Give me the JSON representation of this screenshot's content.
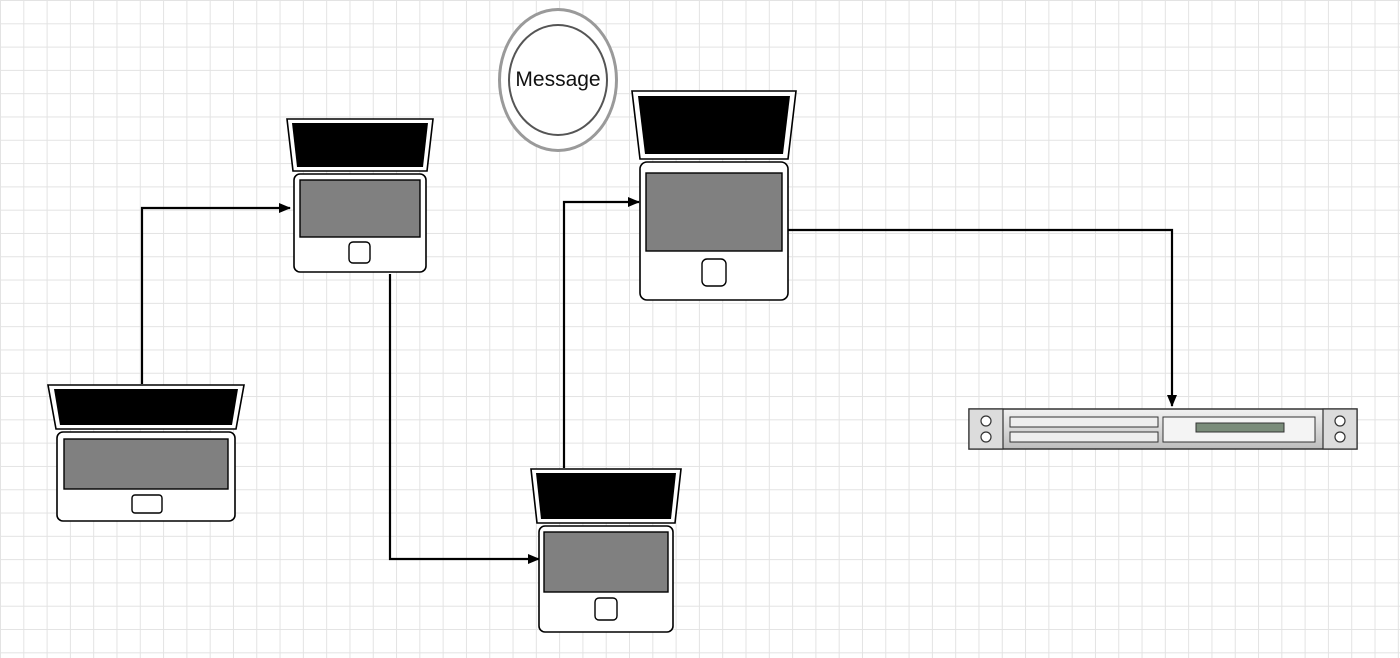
{
  "diagram": {
    "nodes": [
      {
        "id": "laptop-1",
        "kind": "laptop"
      },
      {
        "id": "laptop-2",
        "kind": "laptop"
      },
      {
        "id": "laptop-3",
        "kind": "laptop"
      },
      {
        "id": "laptop-4",
        "kind": "laptop"
      },
      {
        "id": "server",
        "kind": "rack-server"
      }
    ],
    "edges": [
      {
        "from": "laptop-1",
        "to": "laptop-2"
      },
      {
        "from": "laptop-2",
        "to": "laptop-3"
      },
      {
        "from": "laptop-3",
        "to": "laptop-4"
      },
      {
        "from": "laptop-4",
        "to": "server"
      }
    ],
    "message_label": "Message",
    "colors": {
      "grid": "#e3e3e3",
      "screen": "#808080",
      "lid": "#000000",
      "connector": "#000000",
      "server_body": "#d9d9d9",
      "server_display": "#7a8c7a"
    }
  }
}
